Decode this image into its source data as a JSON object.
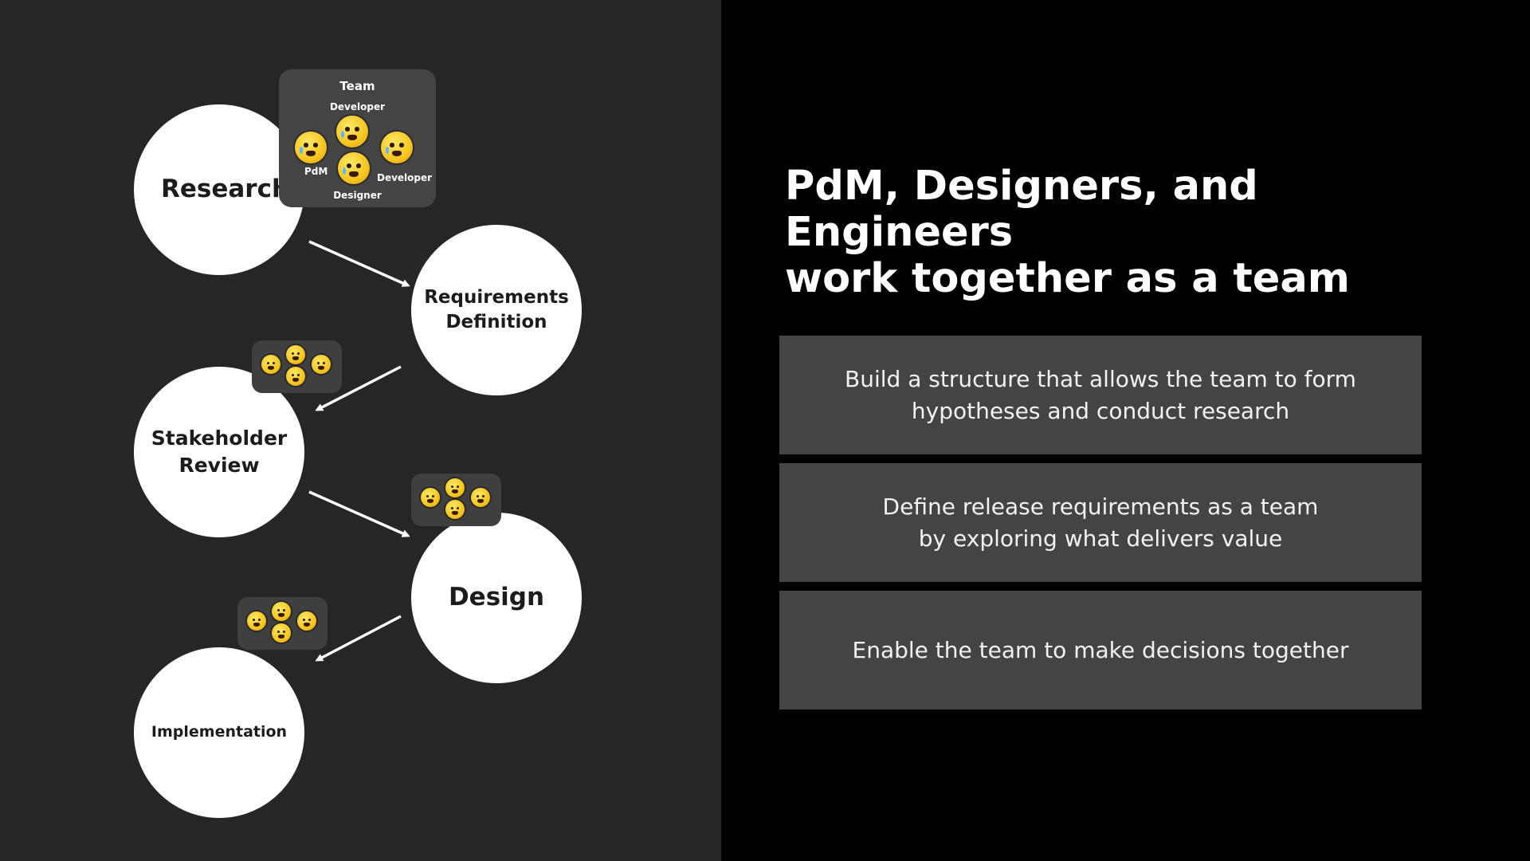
{
  "diagram": {
    "nodes": {
      "research": "Research",
      "requirements": "Requirements\nDefinition",
      "stakeholder": "Stakeholder\nReview",
      "design": "Design",
      "implementation": "Implementation"
    },
    "team": {
      "title": "Team",
      "developer_top": "Developer",
      "pdm": "PdM",
      "developer_right": "Developer",
      "designer": "Designer"
    },
    "icons": {
      "member": "crying-face-icon"
    },
    "colors": {
      "left_panel": "#262626",
      "node": "#ffffff",
      "face": "#f6c51f"
    }
  },
  "slide": {
    "title": "PdM, Designers, and Engineers\nwork together as a team",
    "points": [
      "Build a structure that allows the team to form\nhypotheses and conduct research",
      "Define release requirements as a team\nby exploring what delivers value",
      "Enable the team to make decisions together"
    ],
    "colors": {
      "background": "#000000",
      "point_box": "#444444"
    }
  }
}
